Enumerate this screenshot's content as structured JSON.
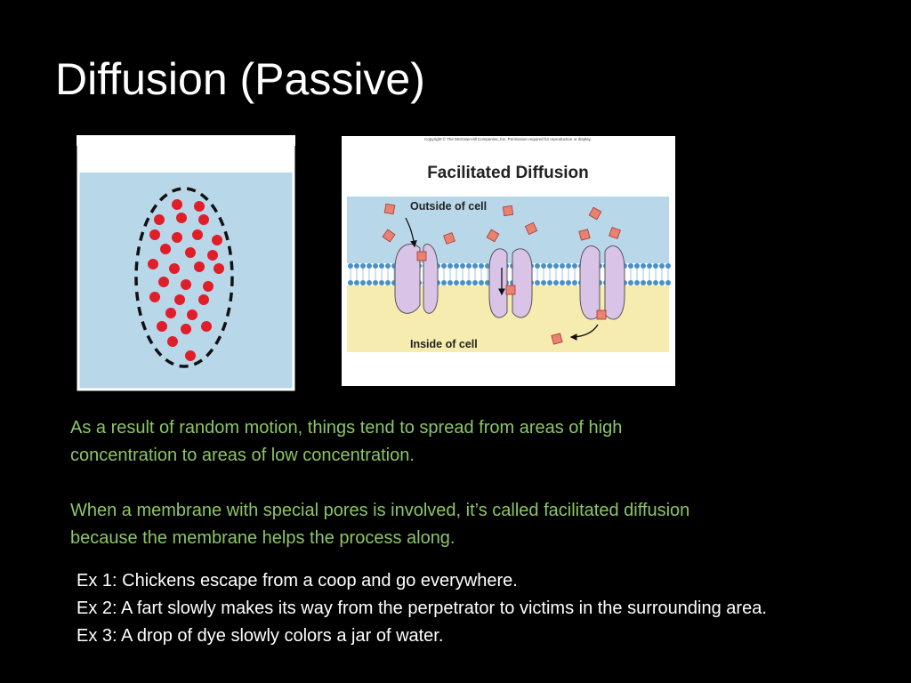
{
  "slide": {
    "title": "Diffusion (Passive)"
  },
  "figure_right": {
    "copyright": "Copyright © The McGraw-Hill Companies, Inc. Permission required for reproduction or display.",
    "title": "Facilitated Diffusion",
    "outside_label": "Outside of cell",
    "inside_label": "Inside of cell"
  },
  "paragraphs": [
    {
      "lines": [
        "As a result of random motion, things tend to spread from areas of high",
        "concentration to areas of low concentration."
      ]
    },
    {
      "lines": [
        "When a membrane with special pores is involved, it’s called facilitated diffusion",
        "because the membrane helps the process along."
      ]
    }
  ],
  "examples": [
    "Ex 1: Chickens escape from a coop and go everywhere.",
    "Ex 2: A fart slowly makes its way from the perpetrator to victims in the surrounding area.",
    "Ex 3: A drop of dye slowly colors a jar of water."
  ],
  "colors": {
    "background": "#000000",
    "title": "#ffffff",
    "body_green": "#8cc664",
    "water_blue": "#b8d8ea",
    "dye_red": "#e01e2a",
    "cytoplasm_yellow": "#f7ecb0",
    "protein_lavender": "#d9c3e6",
    "molecule_orange": "#e8836f"
  }
}
